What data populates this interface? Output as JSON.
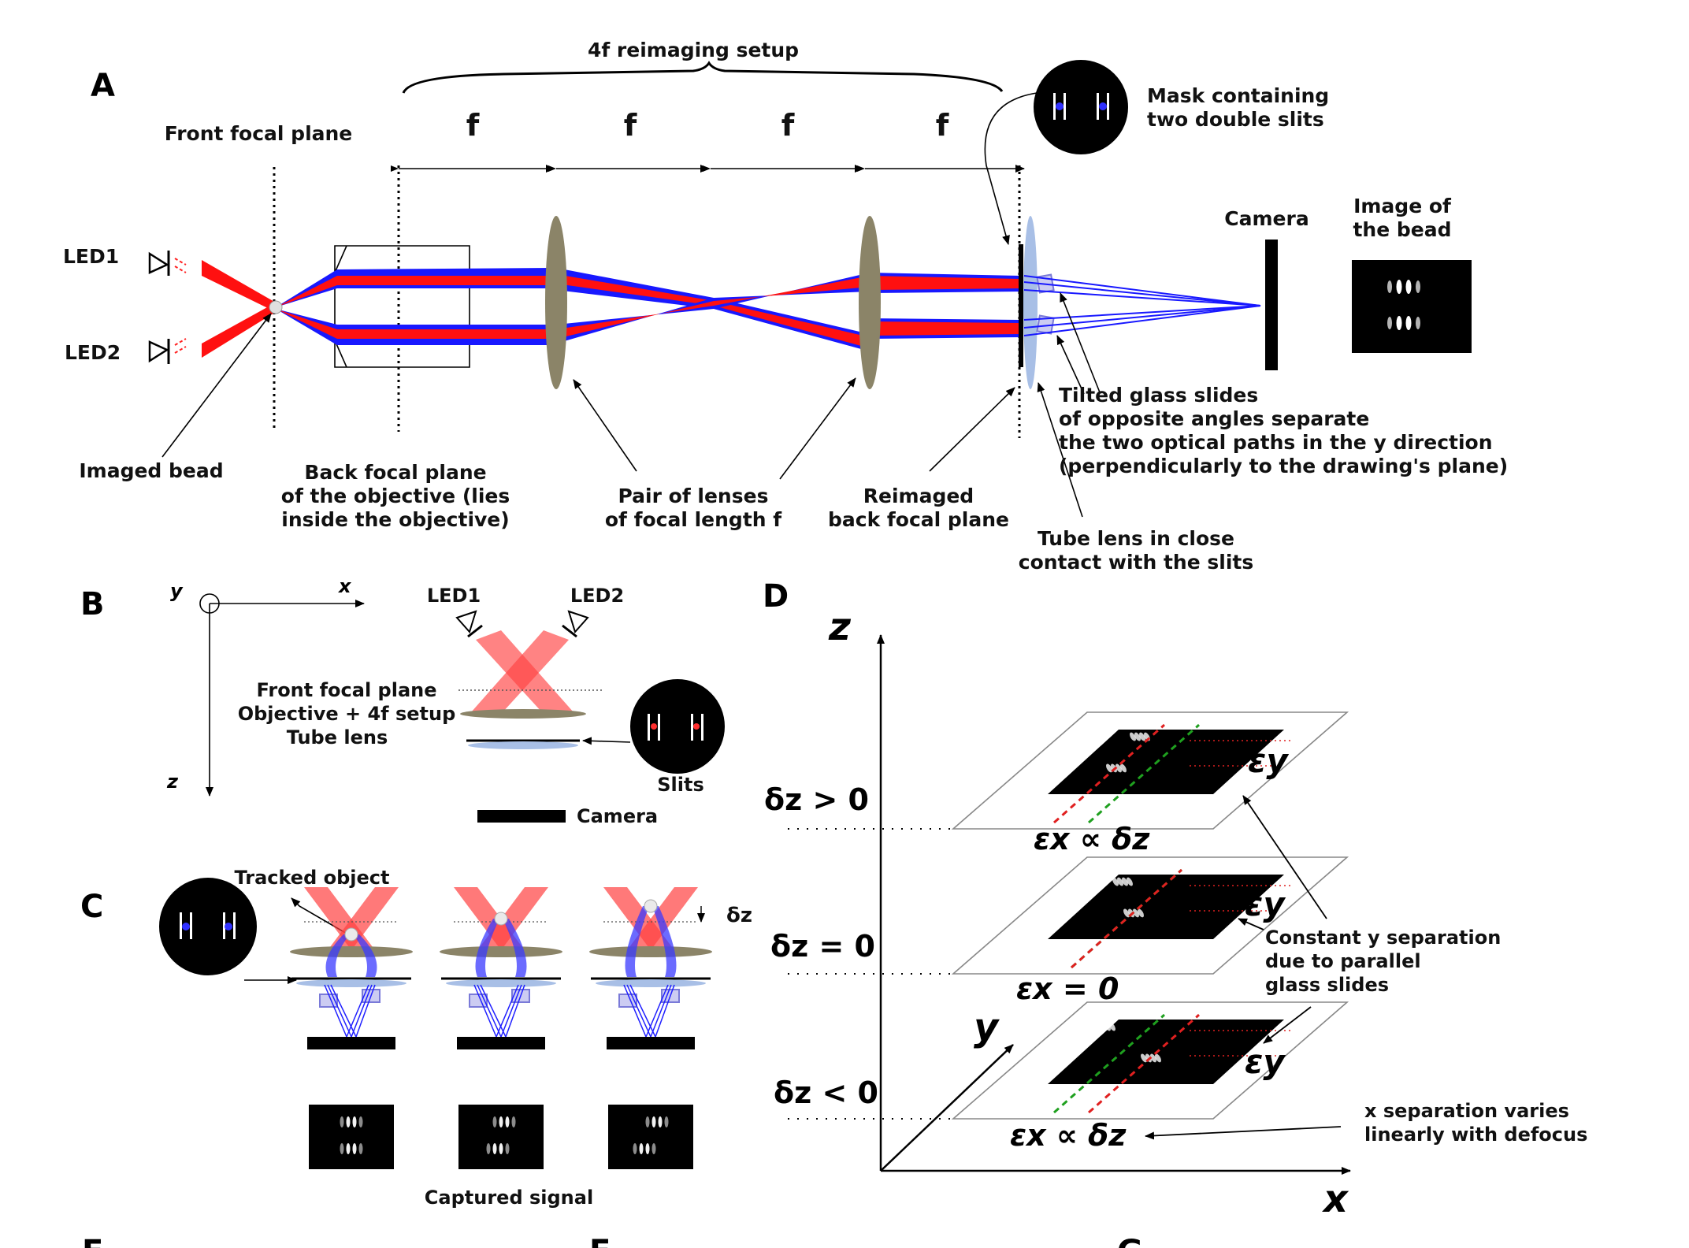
{
  "panels": [
    "A",
    "B",
    "C",
    "D",
    "E",
    "F",
    "G"
  ],
  "panel_a": {
    "setup_label": "4f reimaging setup",
    "f": "f",
    "front_focal_plane": "Front focal plane",
    "led1": "LED1",
    "led2": "LED2",
    "mask": [
      "Mask containing",
      "two double slits"
    ],
    "camera": "Camera",
    "image": [
      "Image of",
      "the bead"
    ],
    "imaged_bead": "Imaged bead",
    "back_focal_plane": [
      "Back focal plane",
      "of the objective (lies",
      "inside the objective)"
    ],
    "lenses": [
      "Pair of lenses",
      "of focal length f"
    ],
    "reimaged": [
      "Reimaged",
      "back focal plane"
    ],
    "tilted": [
      "Tilted glass slides",
      "of opposite angles separate",
      "the two optical paths in the y direction",
      "(perpendicularly to the drawing's plane)"
    ],
    "tube_lens": [
      "Tube lens in close",
      "contact with the slits"
    ]
  },
  "panel_b": {
    "axis_y": "y",
    "axis_x": "x",
    "axis_z": "z",
    "led1": "LED1",
    "led2": "LED2",
    "front": "Front focal plane",
    "objective": "Objective + 4f setup",
    "tube": "Tube lens",
    "slits": "Slits",
    "camera": "Camera"
  },
  "panel_c": {
    "tracked": "Tracked object",
    "dz": "δz",
    "captured": "Captured signal"
  },
  "panel_d": {
    "axis_z": "z",
    "axis_y": "y",
    "axis_x": "x",
    "dz_pos": "δz > 0",
    "dz_zero": "δz = 0",
    "dz_neg": "δz < 0",
    "ex_prop": "εx ∝ δz",
    "ex_zero": "εx = 0",
    "ey": "εy",
    "constant": [
      "Constant y separation",
      "due to parallel",
      "glass slides"
    ],
    "xsep": [
      "x separation varies",
      "linearly with defocus"
    ]
  },
  "colors": {
    "red": "#ff1010",
    "blue": "#1818ff",
    "lens": "#8b8468",
    "tube": "#a8bfe6"
  }
}
